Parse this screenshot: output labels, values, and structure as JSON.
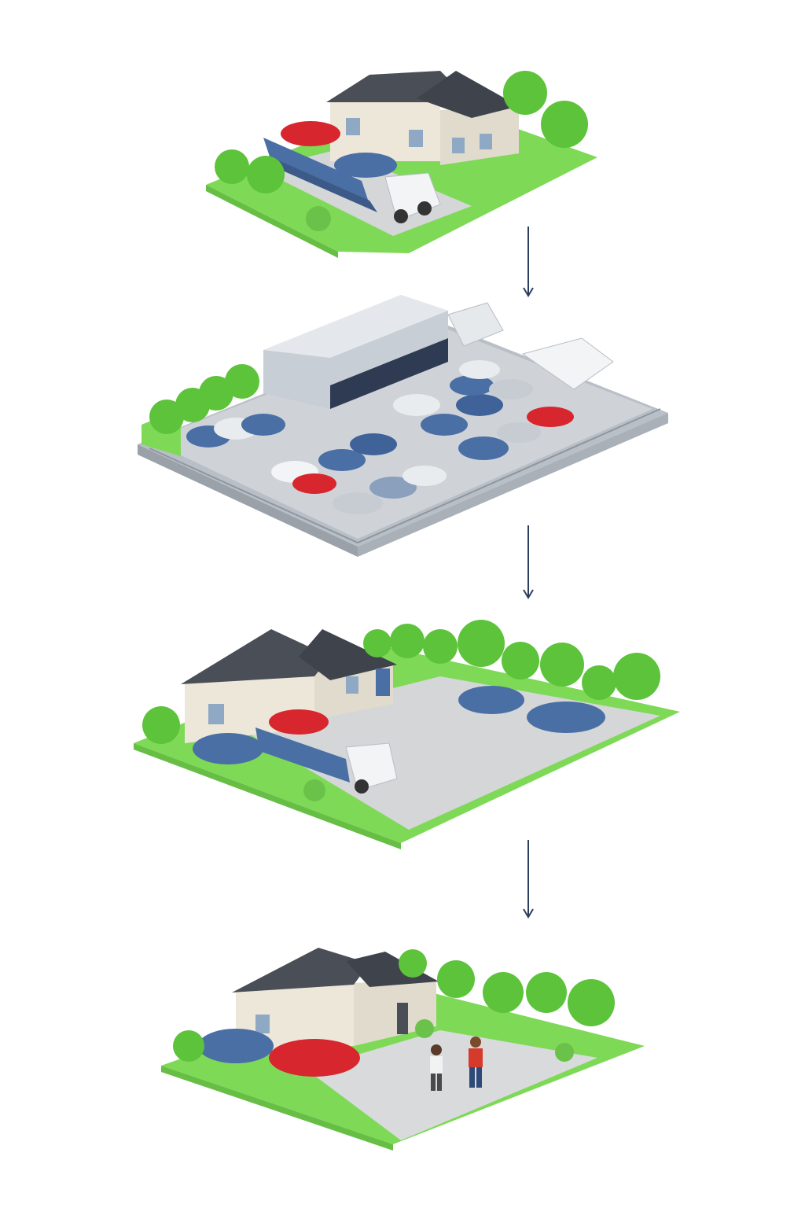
{
  "diagram": {
    "steps": [
      {
        "name": "home-car-transporter"
      },
      {
        "name": "vehicle-processing-yard"
      },
      {
        "name": "home-delivery-driveway"
      },
      {
        "name": "customer-handover"
      }
    ],
    "connectors": [
      "down-arrow",
      "down-arrow",
      "down-arrow"
    ]
  },
  "colors": {
    "grass": "#7ed957",
    "tree": "#5cc33a",
    "roof": "#4a4f57",
    "wall": "#ece7d9",
    "concrete": "#d4d6d8",
    "car_blue": "#4a6fa5",
    "car_red": "#d7262e",
    "truck_white": "#f2f4f6",
    "arrow": "#2d3e5e",
    "building_gray": "#c8ced6"
  }
}
